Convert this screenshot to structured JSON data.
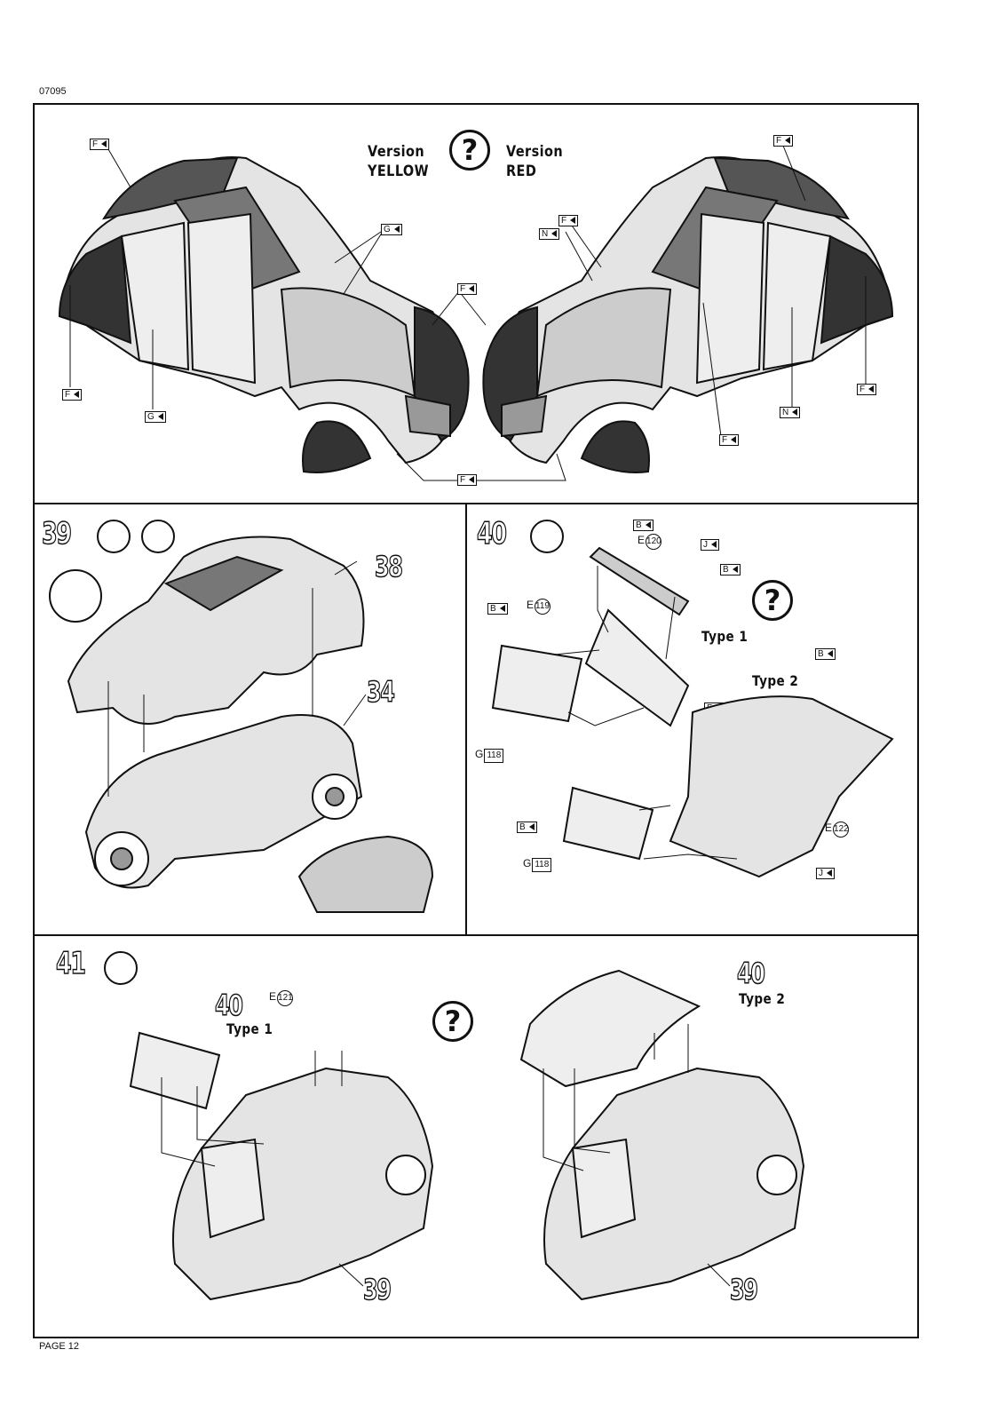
{
  "header": {
    "code": "07095"
  },
  "footer": {
    "page": "PAGE 12"
  },
  "top": {
    "version_left": [
      "Version",
      "YELLOW"
    ],
    "version_right": [
      "Version",
      "RED"
    ],
    "question_mark": "?",
    "paint_codes": {
      "F": "F",
      "G": "G",
      "N": "N"
    }
  },
  "step39": {
    "number": "39",
    "ref_top": "38",
    "ref_bottom": "34"
  },
  "step40": {
    "number": "40",
    "type1": "Type 1",
    "type2": "Type 2",
    "paint_codes": {
      "B": "B",
      "J": "J",
      "F": "F"
    },
    "parts": {
      "p120": {
        "letter": "E",
        "num": "120"
      },
      "p119": {
        "letter": "E",
        "num": "119"
      },
      "p118a": {
        "letter": "G",
        "num": "118"
      },
      "p118b": {
        "letter": "G",
        "num": "118"
      },
      "p122": {
        "letter": "E",
        "num": "122"
      }
    }
  },
  "step41": {
    "number": "41",
    "ref40_left": "40",
    "type1": "Type 1",
    "ref40_right": "40",
    "type2": "Type 2",
    "ref39_left": "39",
    "ref39_right": "39",
    "part121": {
      "letter": "E",
      "num": "121"
    }
  }
}
